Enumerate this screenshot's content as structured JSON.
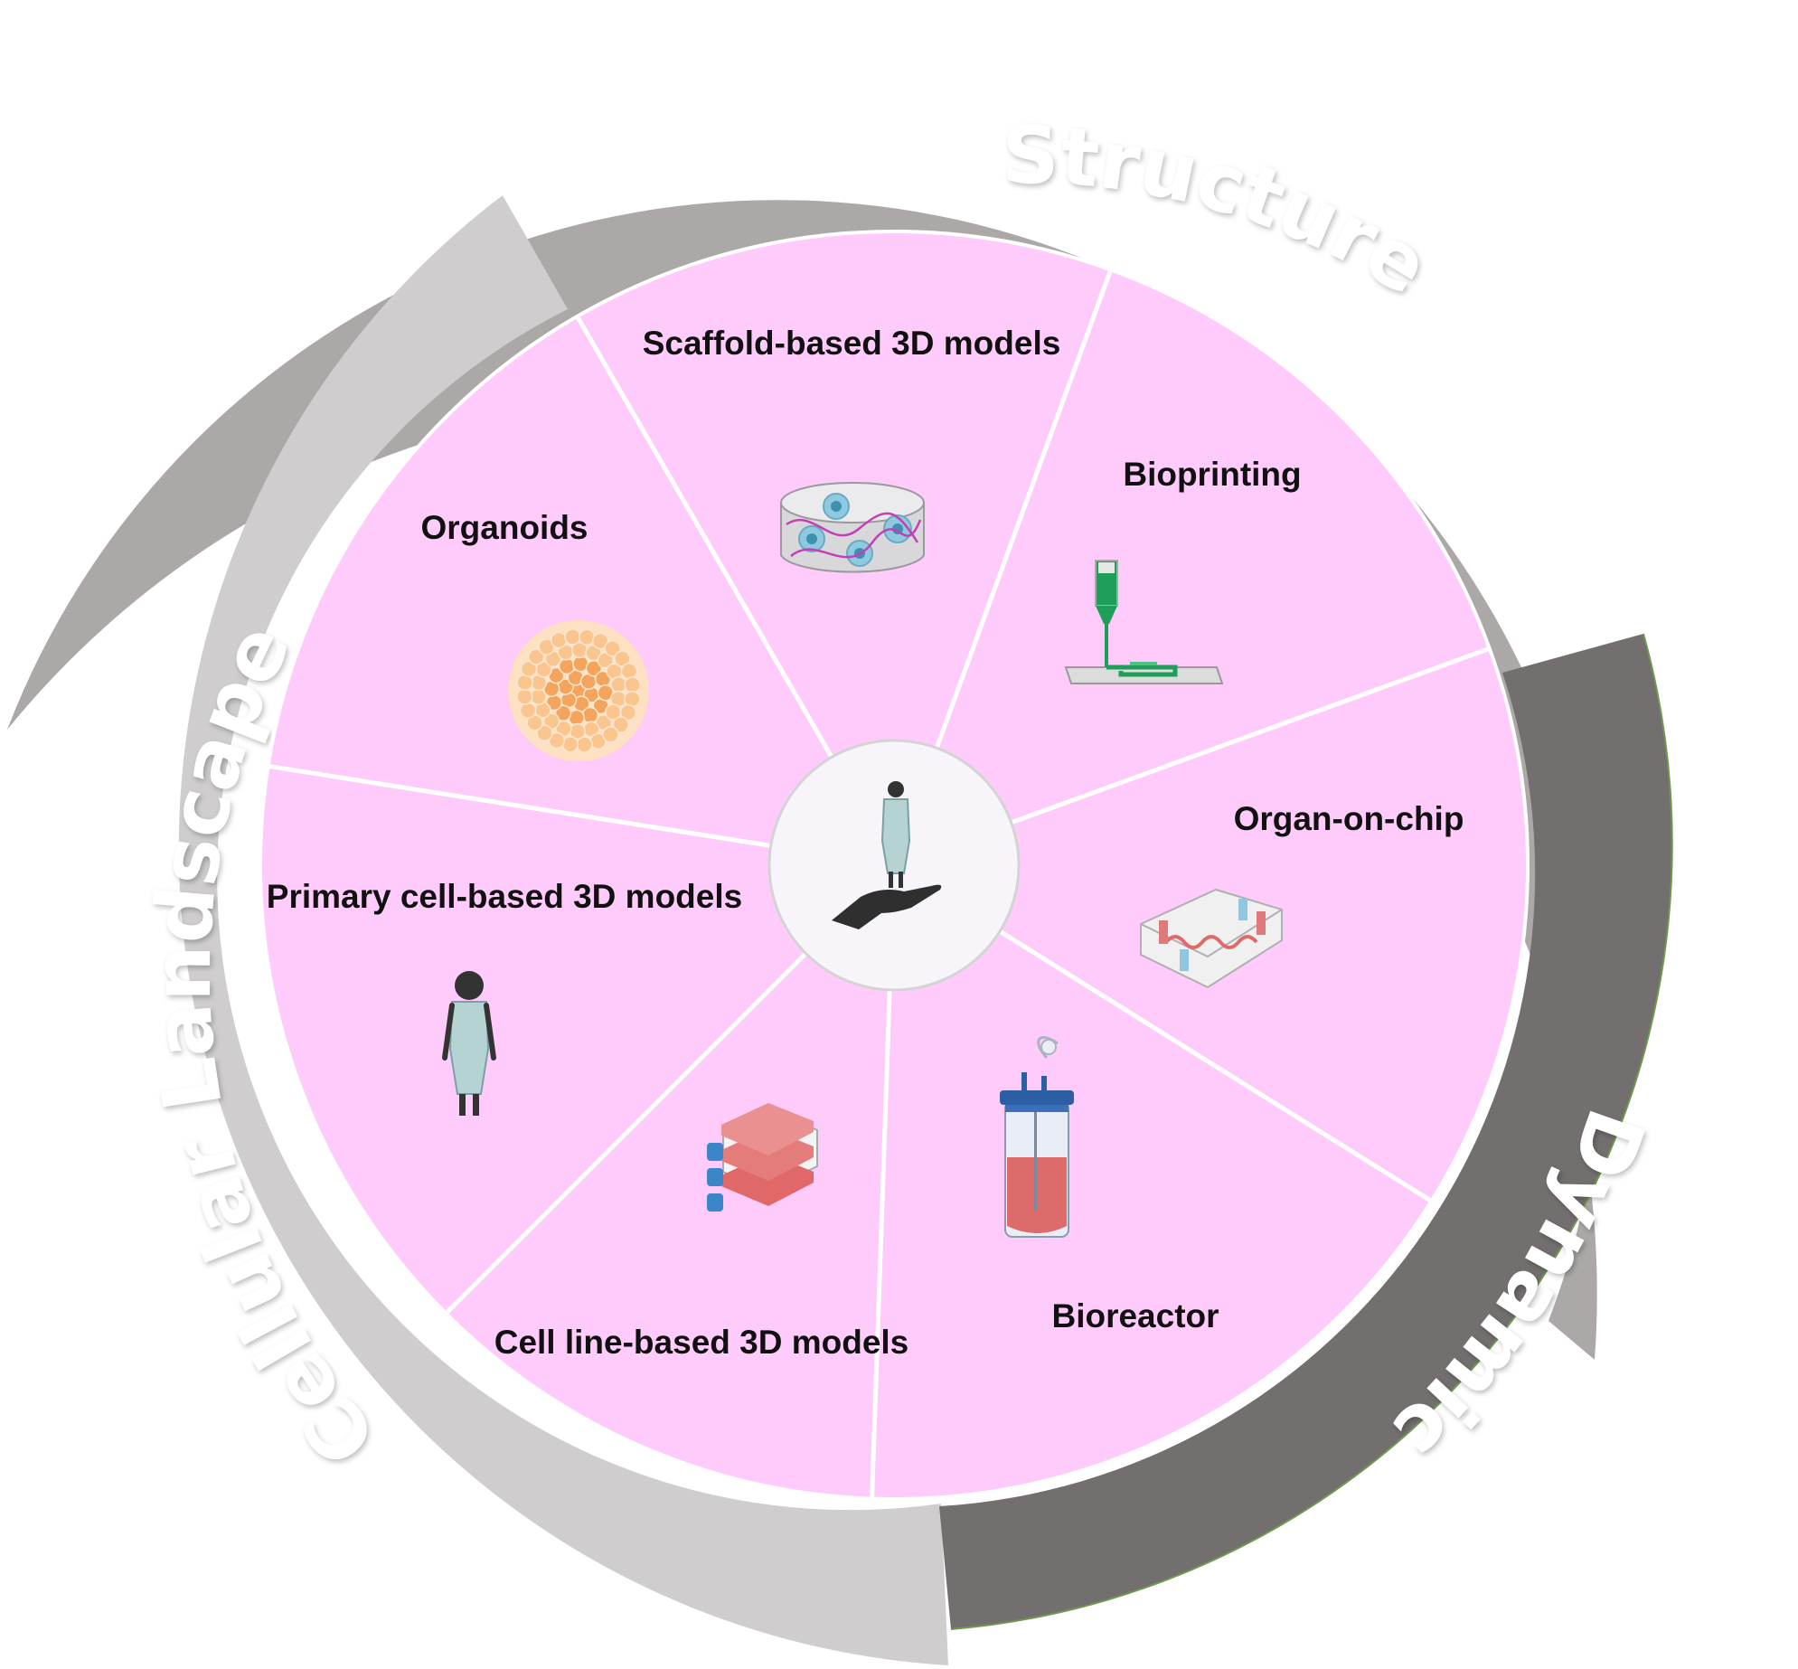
{
  "rings": {
    "structure": {
      "label": "Structure",
      "color": "#aca8a8"
    },
    "cellular_landscape": {
      "label": "Cellular Landscape",
      "color": "#cfcdcd"
    },
    "dynamics": {
      "label": "Dynamics",
      "color": "#736f6e"
    }
  },
  "segments": [
    {
      "label": "Scaffold-based 3D models",
      "icon": "scaffold-hydrogel-icon"
    },
    {
      "label": "Bioprinting",
      "icon": "bioprinter-nozzle-icon"
    },
    {
      "label": "Organ-on-chip",
      "icon": "microfluidic-chip-icon"
    },
    {
      "label": "Bioreactor",
      "icon": "bioreactor-vessel-icon"
    },
    {
      "label": "Cell line-based 3D models",
      "icon": "culture-flasks-icon"
    },
    {
      "label": "Primary cell-based 3D models",
      "icon": "patient-icon"
    },
    {
      "label": "Organoids",
      "icon": "organoid-cluster-icon"
    }
  ],
  "center": {
    "icon": "patient-in-hand-icon"
  },
  "colors": {
    "segment_fill": "#ffcbfb",
    "segment_border": "#ffffff",
    "center_fill": "#f7f4fa"
  }
}
